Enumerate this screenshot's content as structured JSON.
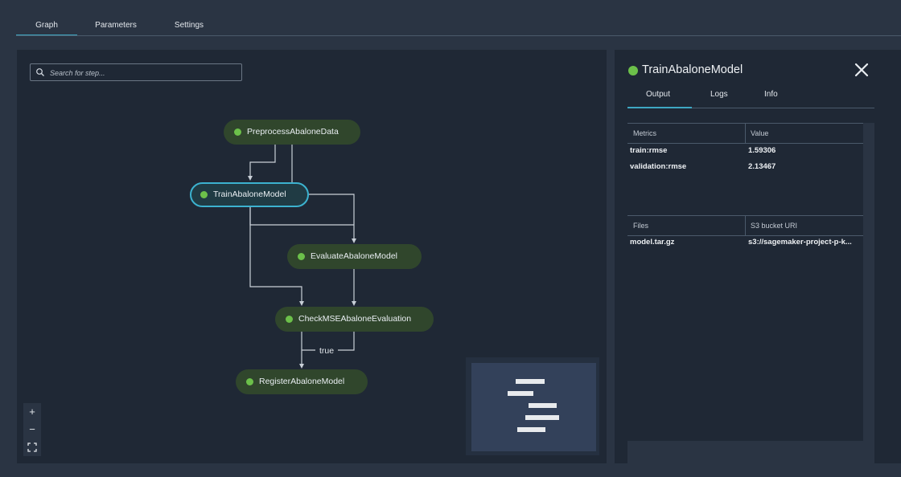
{
  "tabs": [
    "Graph",
    "Parameters",
    "Settings"
  ],
  "search": {
    "placeholder": "Search for step..."
  },
  "nodes": [
    "PreprocessAbaloneData",
    "TrainAbaloneModel",
    "EvaluateAbaloneModel",
    "CheckMSEAbaloneEvaluation",
    "RegisterAbaloneModel"
  ],
  "edge_label": "true",
  "zoom": {
    "in": "+",
    "out": "−"
  },
  "panel": {
    "title": "TrainAbaloneModel",
    "tabs": [
      "Output",
      "Logs",
      "Info"
    ],
    "metrics": {
      "headers": [
        "Metrics",
        "Value"
      ],
      "rows": [
        [
          "train:rmse",
          "1.59306"
        ],
        [
          "validation:rmse",
          "2.13467"
        ]
      ]
    },
    "files": {
      "headers": [
        "Files",
        "S3 bucket URI"
      ],
      "rows": [
        [
          "model.tar.gz",
          "s3://sagemaker-project-p-k..."
        ]
      ]
    }
  },
  "colors": {
    "accent": "#3ea7c3",
    "node_bg": "#30462c",
    "status_dot": "#6cc04a"
  },
  "icons": [
    "search-icon",
    "close-icon",
    "zoom-in-icon",
    "zoom-out-icon",
    "fit-view-icon"
  ]
}
